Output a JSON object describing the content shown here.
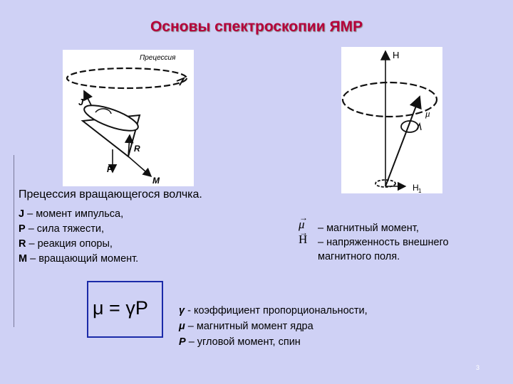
{
  "title": "Основы спектроскопии ЯМР",
  "figure_left": {
    "labels": {
      "precession": "Прецессия",
      "J": "J",
      "R": "R",
      "P": "P",
      "M": "M"
    }
  },
  "figure_right": {
    "labels": {
      "H": "H",
      "mu": "μ",
      "H1": "H",
      "H1_sub": "1"
    }
  },
  "caption": "Прецессия вращающегося волчка.",
  "legend_left": [
    {
      "sym": "J",
      "text": " – момент импульса,"
    },
    {
      "sym": "P",
      "text": " – сила тяжести,"
    },
    {
      "sym": "R",
      "text": " – реакция опоры,"
    },
    {
      "sym": "M",
      "text": " – вращающий момент."
    }
  ],
  "legend_right": {
    "sym_mu": "μ",
    "sym_H": "H",
    "line1": "– магнитный момент,",
    "line2": "– напряженность внешнего",
    "line3": "магнитного поля."
  },
  "formula": "μ = γP",
  "legend_bottom": [
    {
      "sym": "γ",
      "text": " - коэффициент пропорциональности,"
    },
    {
      "sym": "μ",
      "text": " – магнитный момент ядра"
    },
    {
      "sym": "P",
      "text": " – угловой момент, спин"
    }
  ],
  "page_number": "3"
}
